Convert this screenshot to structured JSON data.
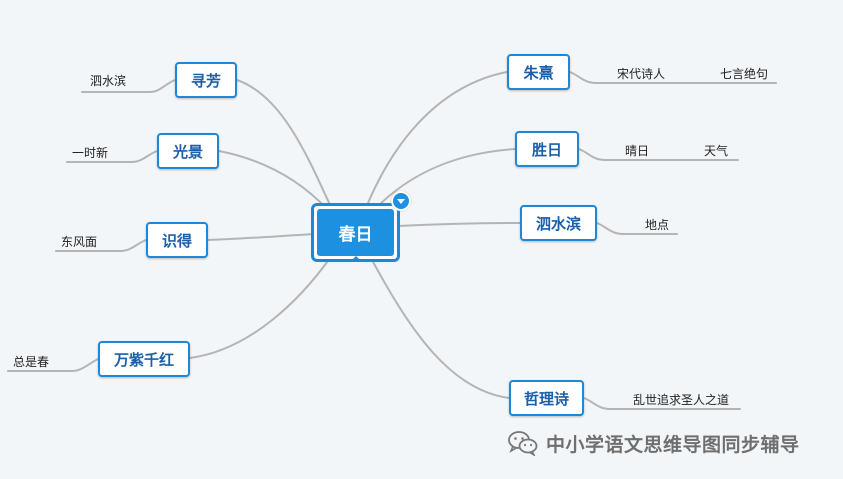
{
  "mindmap": {
    "root": "春日",
    "left_branches": [
      {
        "topic": "寻芳",
        "leaves": [
          "泗水滨"
        ]
      },
      {
        "topic": "光景",
        "leaves": [
          "一时新"
        ]
      },
      {
        "topic": "识得",
        "leaves": [
          "东风面"
        ]
      },
      {
        "topic": "万紫千红",
        "leaves": [
          "总是春"
        ]
      }
    ],
    "right_branches": [
      {
        "topic": "朱熹",
        "leaves": [
          "宋代诗人",
          "七言绝句"
        ]
      },
      {
        "topic": "胜日",
        "leaves": [
          "晴日",
          "天气"
        ]
      },
      {
        "topic": "泗水滨",
        "leaves": [
          "地点"
        ]
      },
      {
        "topic": "哲理诗",
        "leaves": [
          "乱世追求圣人之道"
        ]
      }
    ]
  },
  "watermark": {
    "text": "中小学语文思维导图同步辅导",
    "icon": "wechat-icon"
  },
  "colors": {
    "accent": "#1e88d8",
    "root_fill": "#1e90e0",
    "connector": "#b4b4b4",
    "background": "#f3f6f9"
  }
}
